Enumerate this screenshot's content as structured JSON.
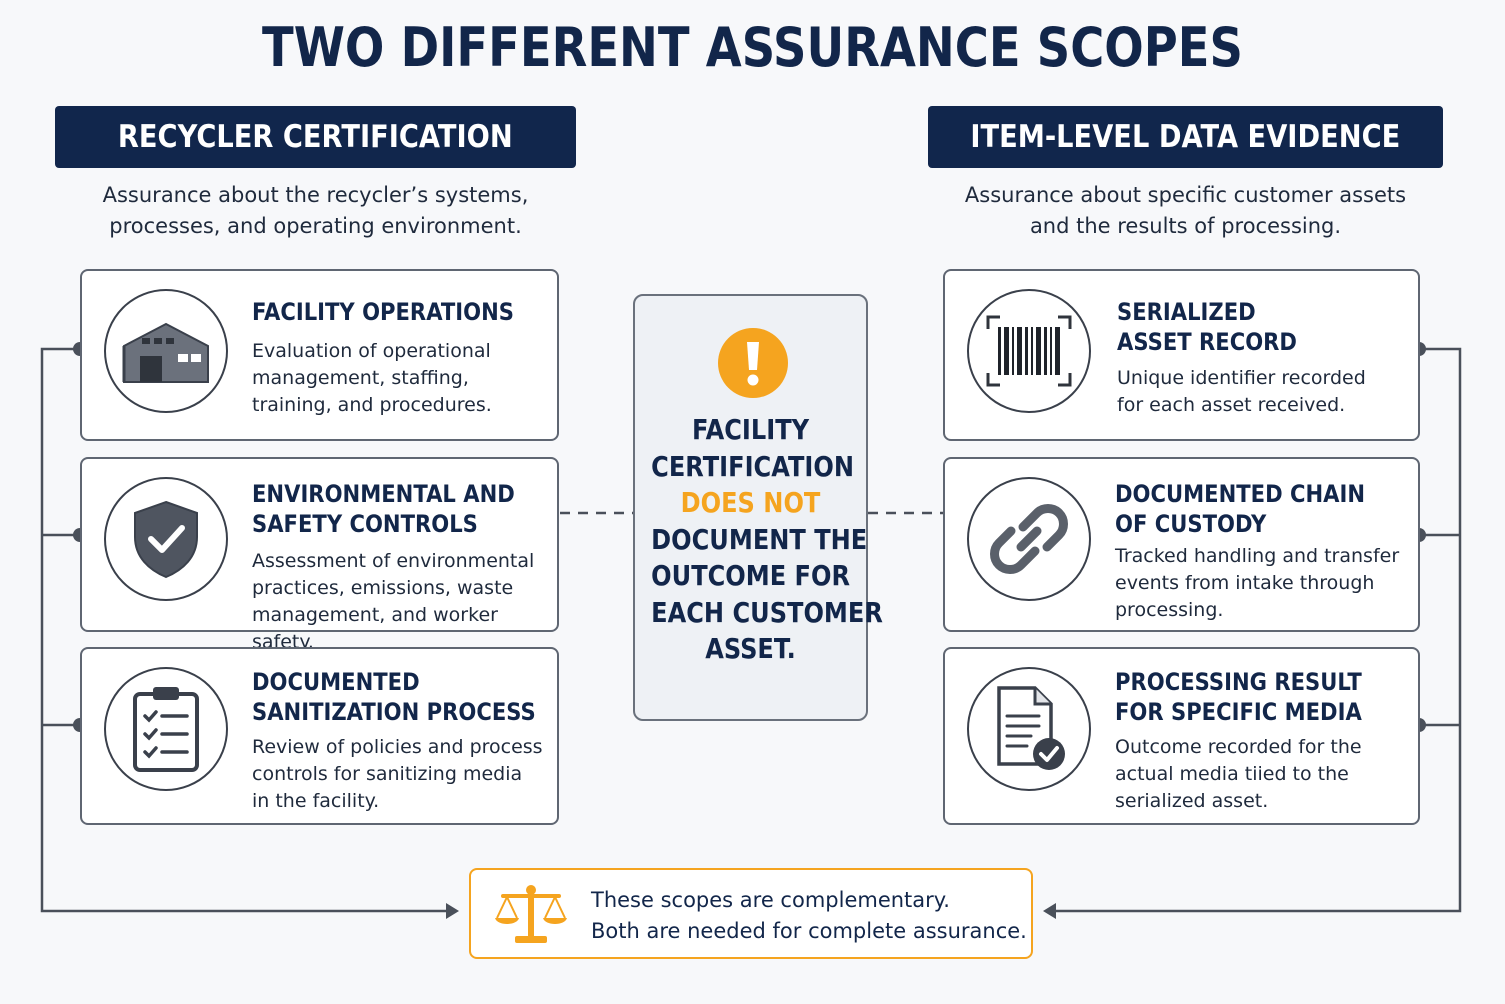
{
  "title": "TWO DIFFERENT ASSURANCE SCOPES",
  "left": {
    "header": "RECYCLER CERTIFICATION",
    "subtitle": "Assurance about the recycler’s systems,\nprocesses, and operating environment.",
    "cards": [
      {
        "title": "FACILITY OPERATIONS",
        "body": "Evaluation of operational\nmanagement, staffing,\ntraining, and procedures.",
        "icon": "warehouse-icon"
      },
      {
        "title": "ENVIRONMENTAL AND\nSAFETY CONTROLS",
        "body": "Assessment of environmental\npractices, emissions, waste\nmanagement, and worker safety.",
        "icon": "shield-check-icon"
      },
      {
        "title": "DOCUMENTED\nSANITIZATION PROCESS",
        "body": "Review of policies and process\ncontrols for sanitizing media\nin the facility.",
        "icon": "clipboard-checklist-icon"
      }
    ]
  },
  "right": {
    "header": "ITEM-LEVEL DATA EVIDENCE",
    "subtitle": "Assurance about specific customer assets\nand the results of processing.",
    "cards": [
      {
        "title": "SERIALIZED\nASSET RECORD",
        "body": "Unique identifier recorded\nfor each asset received.",
        "icon": "barcode-icon"
      },
      {
        "title": "DOCUMENTED CHAIN\nOF CUSTODY",
        "body": "Tracked handling and transfer\nevents from intake through\nprocessing.",
        "icon": "chain-link-icon"
      },
      {
        "title": "PROCESSING RESULT\nFOR SPECIFIC MEDIA",
        "body": "Outcome recorded for the\nactual media tiied to the\nserialized asset.",
        "icon": "document-check-icon"
      }
    ]
  },
  "center": {
    "icon": "alert-icon",
    "line1": "FACILITY",
    "line2": "CERTIFICATION",
    "line3": "DOES NOT",
    "line4": "DOCUMENT THE",
    "line5": "OUTCOME FOR",
    "line6": "EACH CUSTOMER",
    "line7": "ASSET."
  },
  "footer": {
    "icon": "balance-scale-icon",
    "text": "These scopes are complementary.\nBoth are needed for complete assurance."
  },
  "colors": {
    "navy": "#11264c",
    "accent": "#f5a41f",
    "border": "#5f6672"
  }
}
